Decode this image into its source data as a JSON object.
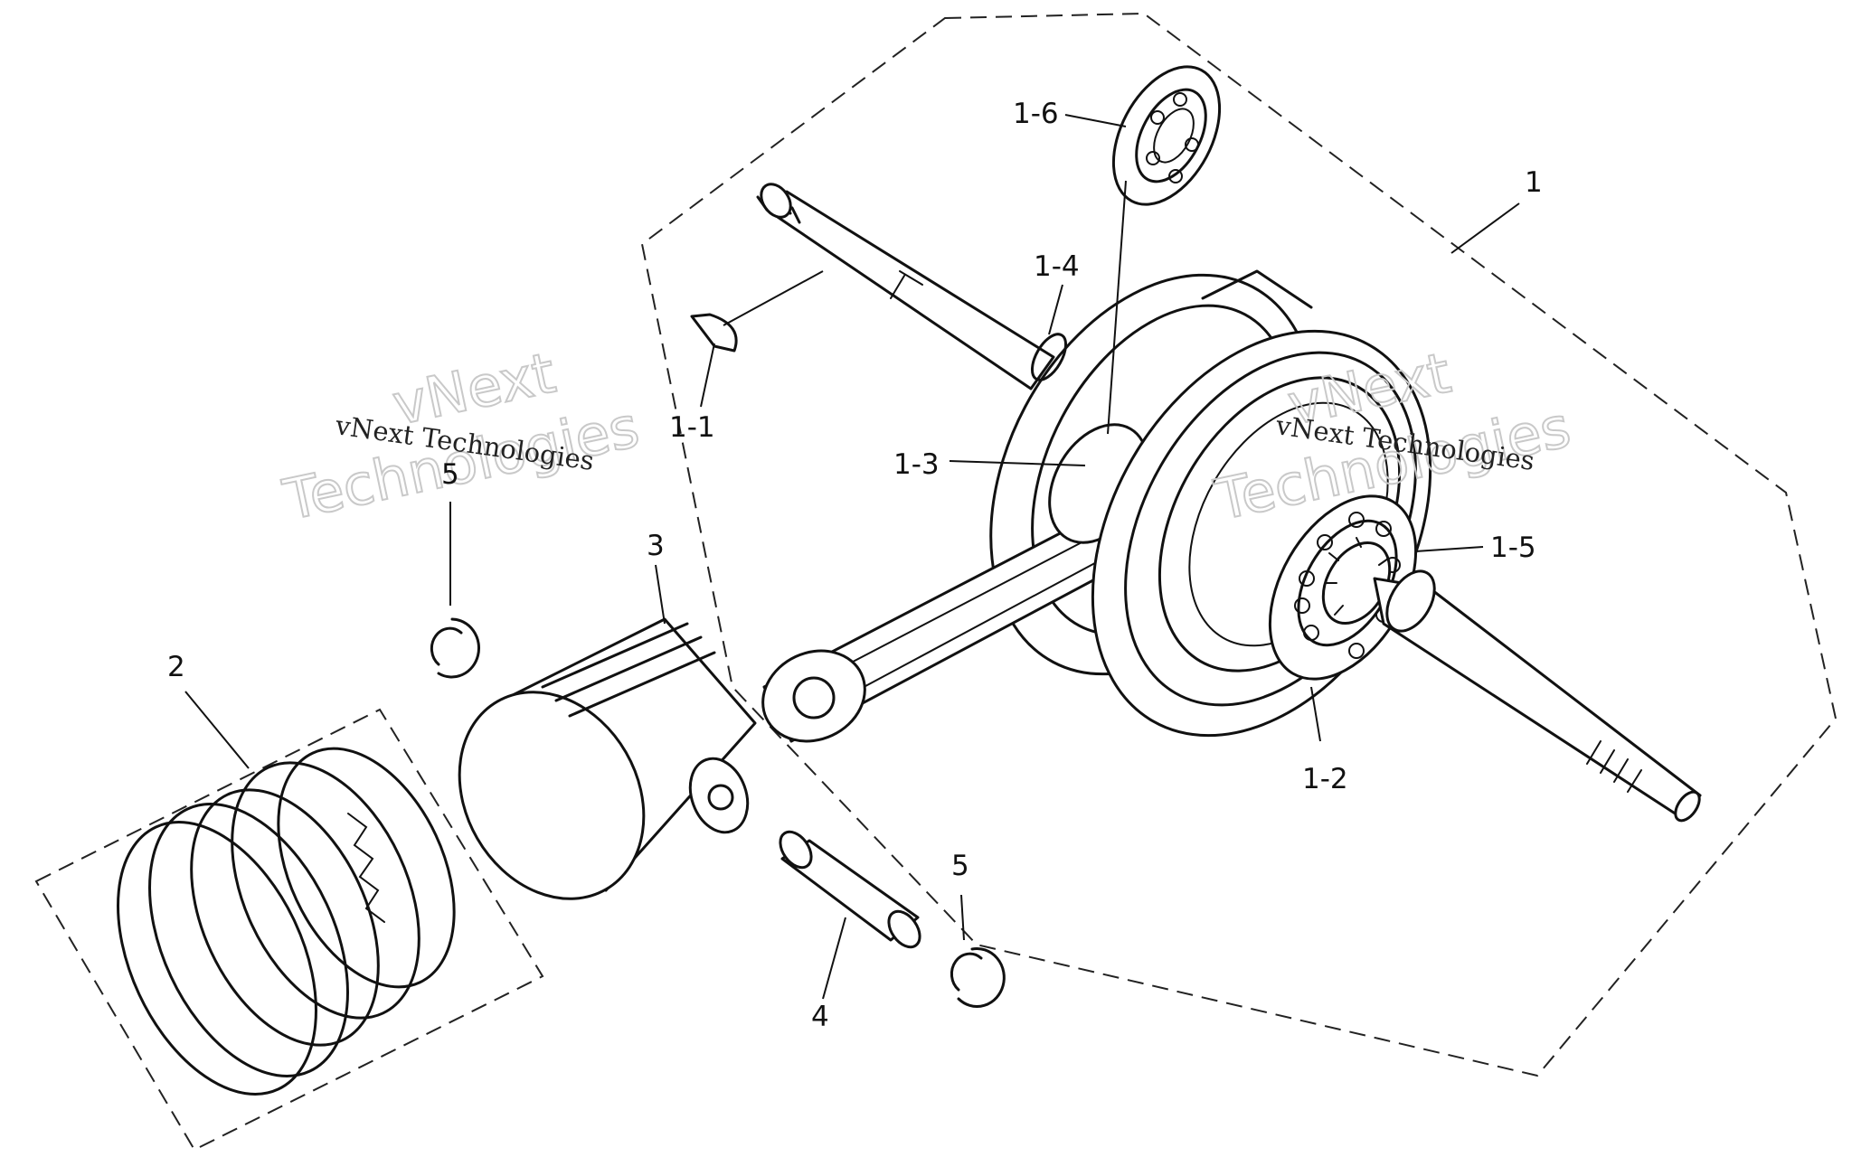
{
  "labels": {
    "assy": "1",
    "key": "1-1",
    "bearing_right": "1-2",
    "conrod": "1-3",
    "washer": "1-4",
    "gear": "1-5",
    "bearing_top": "1-6",
    "rings": "2",
    "piston": "3",
    "pin": "4",
    "clip_left": "5",
    "clip_right": "5"
  },
  "watermarks": {
    "left_line1": "vNext",
    "left_line2": "Technologies",
    "left_small": "vNext Technologies",
    "right_line1": "vNext",
    "right_line2": "Technologies",
    "right_small": "vNext Technologies"
  }
}
